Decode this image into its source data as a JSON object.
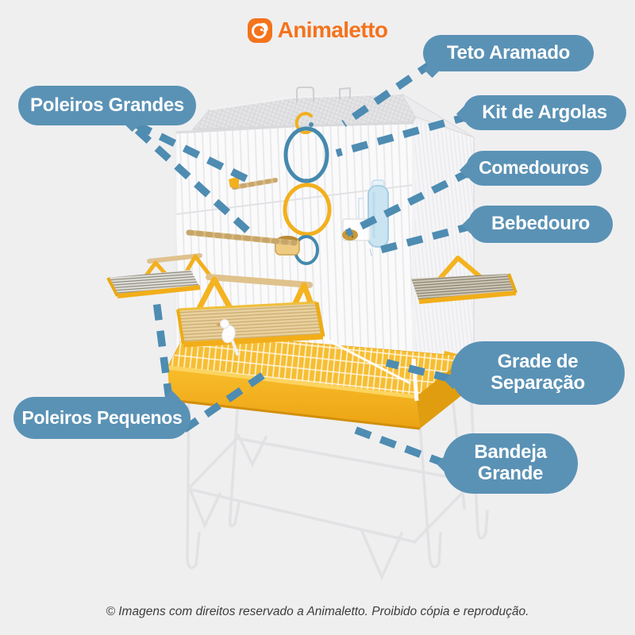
{
  "brand": {
    "name": "Animaletto"
  },
  "callouts": {
    "teto_aramado": "Teto Aramado",
    "kit_de_argolas": "Kit de Argolas",
    "comedouros": "Comedouros",
    "bebedouro": "Bebedouro",
    "poleiros_grandes": "Poleiros Grandes",
    "grade_de_separacao": "Grade de Separação",
    "bandeja_grande": "Bandeja Grande",
    "poleiros_pequenos": "Poleiros Pequenos"
  },
  "footer": {
    "text": "© Imagens com direitos reservado a Animaletto. Proibido cópia e reprodução."
  },
  "colors": {
    "pill_blue": "#5a92b5",
    "callout_line_blue": "#4e8cb2",
    "brand_orange": "#f4731c",
    "cage_yellow": "#f6b524",
    "background": "#efeff0"
  }
}
